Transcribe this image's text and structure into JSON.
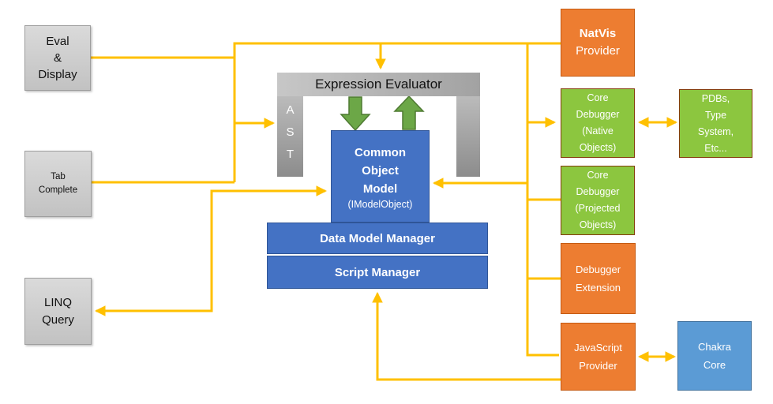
{
  "nodes": {
    "eval_display": {
      "lines": [
        "Eval",
        "&",
        "Display"
      ]
    },
    "tab_complete": {
      "lines": [
        "Tab",
        "Complete"
      ]
    },
    "linq_query": {
      "lines": [
        "LINQ",
        "Query"
      ]
    },
    "expression_evaluator": {
      "label": "Expression Evaluator"
    },
    "ast": {
      "lines": [
        "A",
        "S",
        "T"
      ]
    },
    "common_object_model": {
      "lines": [
        "Common",
        "Object",
        "Model"
      ],
      "sub": "(IModelObject)"
    },
    "data_model_manager": {
      "label": "Data Model Manager"
    },
    "script_manager": {
      "label": "Script Manager"
    },
    "natvis": {
      "title": "NatVis",
      "subtitle": "Provider"
    },
    "core_debugger_native": {
      "lines": [
        "Core",
        "Debugger",
        "(Native",
        "Objects)"
      ]
    },
    "pdbs": {
      "lines": [
        "PDBs,",
        "Type",
        "System,",
        "Etc..."
      ]
    },
    "core_debugger_projected": {
      "lines": [
        "Core",
        "Debugger",
        "(Projected",
        "Objects)"
      ]
    },
    "debugger_extension": {
      "lines": [
        "Debugger",
        "Extension"
      ]
    },
    "javascript_provider": {
      "lines": [
        "JavaScript",
        "Provider"
      ]
    },
    "chakra_core": {
      "lines": [
        "Chakra",
        "Core"
      ]
    }
  },
  "colors": {
    "connector_gold": "#FFC000",
    "box_blue": "#4472C4",
    "box_blue_border": "#2F5597",
    "box_light_blue": "#5B9BD5",
    "box_light_blue_border": "#41719C",
    "box_orange": "#ED7D31",
    "box_orange_border": "#C55A11",
    "box_green": "#8CC63F",
    "box_green_border": "#843C0C",
    "box_gray": "#C2C2C2",
    "block_arrow_green": "#6CA747",
    "block_arrow_green_border": "#4E7A32"
  }
}
